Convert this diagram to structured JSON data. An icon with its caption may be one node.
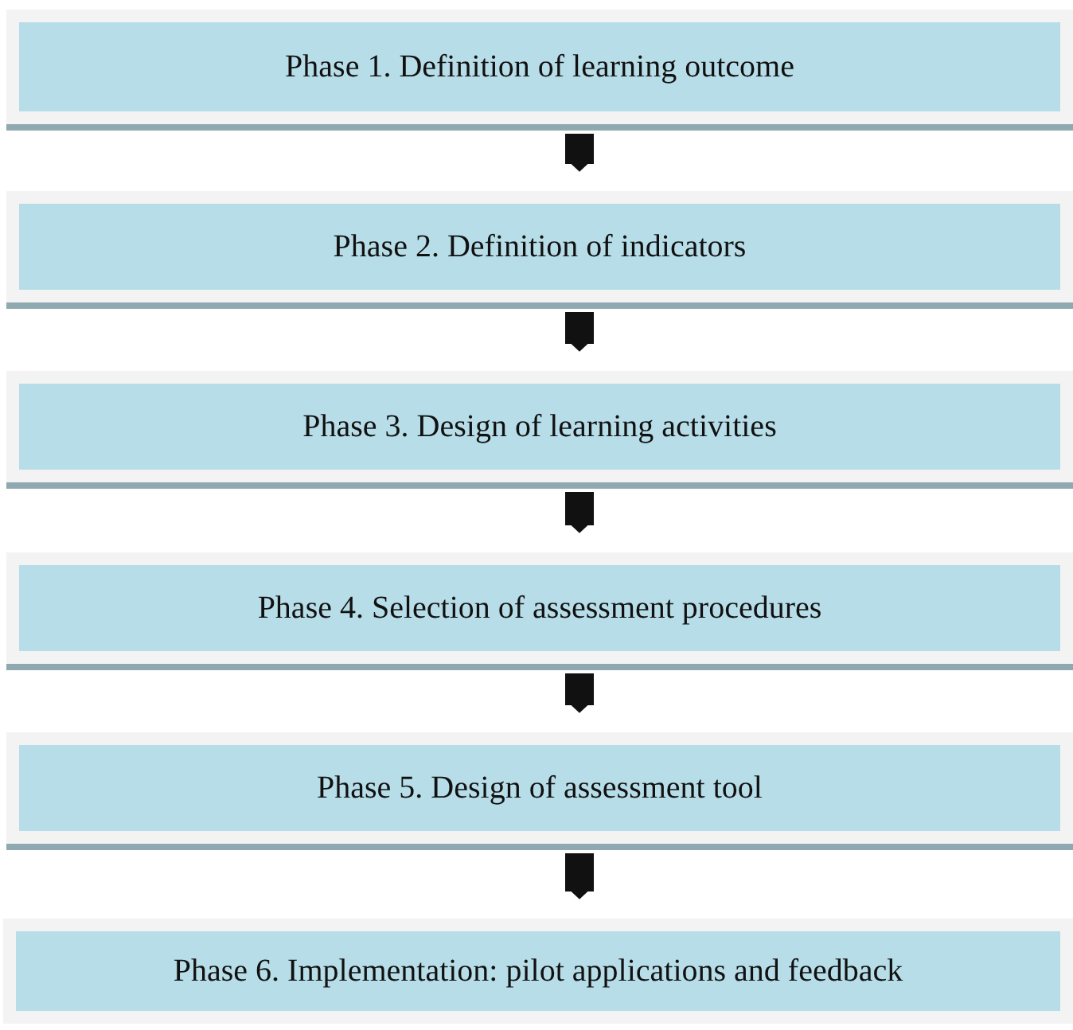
{
  "diagram": {
    "nodes": [
      {
        "text": [
          "Phase 1. Definition of learning outcome"
        ]
      },
      {
        "text": [
          "Phase 2. Definition of indicators"
        ]
      },
      {
        "text": [
          "Phase 3. Design of learning activities"
        ]
      },
      {
        "text": [
          "Phase 4. Selection of assessment procedures"
        ]
      },
      {
        "text": [
          "Phase 5. Design of assessment tool"
        ]
      },
      {
        "text": [
          "Phase 6. Implementation: pilot applications and feedback"
        ]
      }
    ],
    "edges": [
      {
        "from": 0,
        "to": 1,
        "arrow": "to"
      },
      {
        "from": 1,
        "to": 2,
        "arrow": "to"
      },
      {
        "from": 2,
        "to": 3,
        "arrow": "to"
      },
      {
        "from": 3,
        "to": 4,
        "arrow": "to"
      },
      {
        "from": 4,
        "to": 5,
        "arrow": "to"
      }
    ]
  }
}
